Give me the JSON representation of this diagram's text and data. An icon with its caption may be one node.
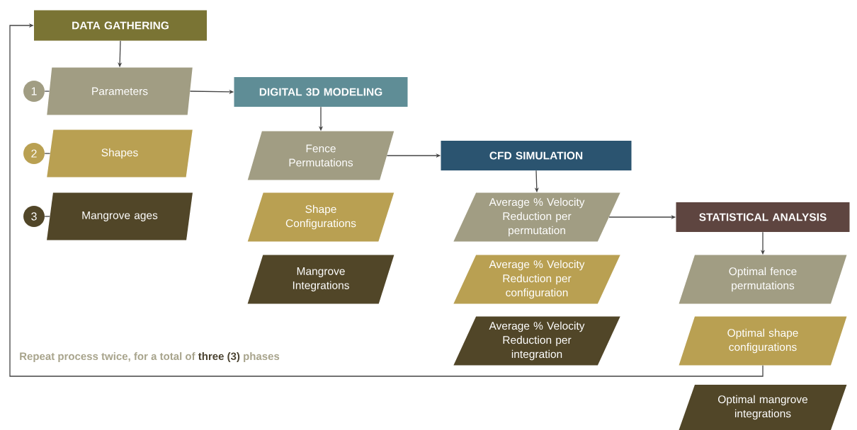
{
  "diagram": {
    "nodes": [
      {
        "text": [
          "DATA GATHERING"
        ]
      },
      {
        "text": [
          "1"
        ]
      },
      {
        "text": [
          "Parameters"
        ]
      },
      {
        "text": [
          "2"
        ]
      },
      {
        "text": [
          "Shapes"
        ]
      },
      {
        "text": [
          "3"
        ]
      },
      {
        "text": [
          "Mangrove ages"
        ]
      },
      {
        "text": [
          "DIGITAL 3D MODELING"
        ]
      },
      {
        "text": [
          "Fence Permutations"
        ]
      },
      {
        "text": [
          "Shape Configurations"
        ]
      },
      {
        "text": [
          "Mangrove Integrations"
        ]
      },
      {
        "text": [
          "CFD SIMULATION"
        ]
      },
      {
        "text": [
          "Average % Velocity Reduction per permutation"
        ]
      },
      {
        "text": [
          "Average % Velocity Reduction per configuration"
        ]
      },
      {
        "text": [
          "Average % Velocity Reduction per integration"
        ]
      },
      {
        "text": [
          "STATISTICAL ANALYSIS"
        ]
      },
      {
        "text": [
          "Optimal fence permutations"
        ]
      },
      {
        "text": [
          "Optimal shape configurations"
        ]
      },
      {
        "text": [
          "Optimal mangrove integrations"
        ]
      }
    ],
    "edges": [
      {
        "from": 0,
        "to": 2,
        "arrow": "to"
      },
      {
        "from": 1,
        "to": 2,
        "arrow": "none"
      },
      {
        "from": 3,
        "to": 4,
        "arrow": "none"
      },
      {
        "from": 5,
        "to": 6,
        "arrow": "none"
      },
      {
        "from": 2,
        "to": 7,
        "arrow": "to"
      },
      {
        "from": 7,
        "to": 8,
        "arrow": "to"
      },
      {
        "from": 8,
        "to": 11,
        "arrow": "to"
      },
      {
        "from": 11,
        "to": 12,
        "arrow": "to"
      },
      {
        "from": 12,
        "to": 15,
        "arrow": "to"
      },
      {
        "from": 15,
        "to": 16,
        "arrow": "to"
      },
      {
        "from": 17,
        "to": 0,
        "arrow": "to"
      }
    ],
    "labels": [
      "Repeat process twice, for a total of **three (3)** phases"
    ]
  }
}
